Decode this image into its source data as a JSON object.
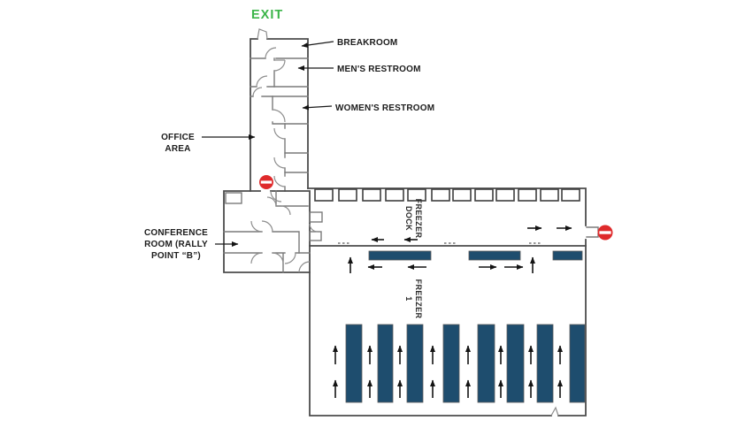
{
  "diagram": {
    "type": "evacuation-floor-plan",
    "exit_label": "EXIT",
    "labels": {
      "breakroom": "BREAKROOM",
      "mens_restroom": "MEN'S RESTROOM",
      "womens_restroom": "WOMEN'S RESTROOM",
      "office_area": {
        "line1": "OFFICE",
        "line2": "AREA"
      },
      "conference_room": {
        "line1": "CONFERENCE",
        "line2": "ROOM (RALLY",
        "line3": "POINT “B”)"
      },
      "freezer_dock": {
        "line1": "FREEZER",
        "line2": "DOCK"
      },
      "freezer_1": {
        "line1": "FREEZER",
        "line2": "1"
      }
    },
    "colors": {
      "exit_green": "#3cb54a",
      "no_entry_red": "#df2a2b",
      "freezer_blue": "#1e4d6e",
      "wall_gray": "#4c4c4c",
      "arrow_black": "#141414"
    },
    "icons": {
      "no_entry": "no-entry-icon",
      "flow_arrow": "evacuation-arrow"
    }
  }
}
